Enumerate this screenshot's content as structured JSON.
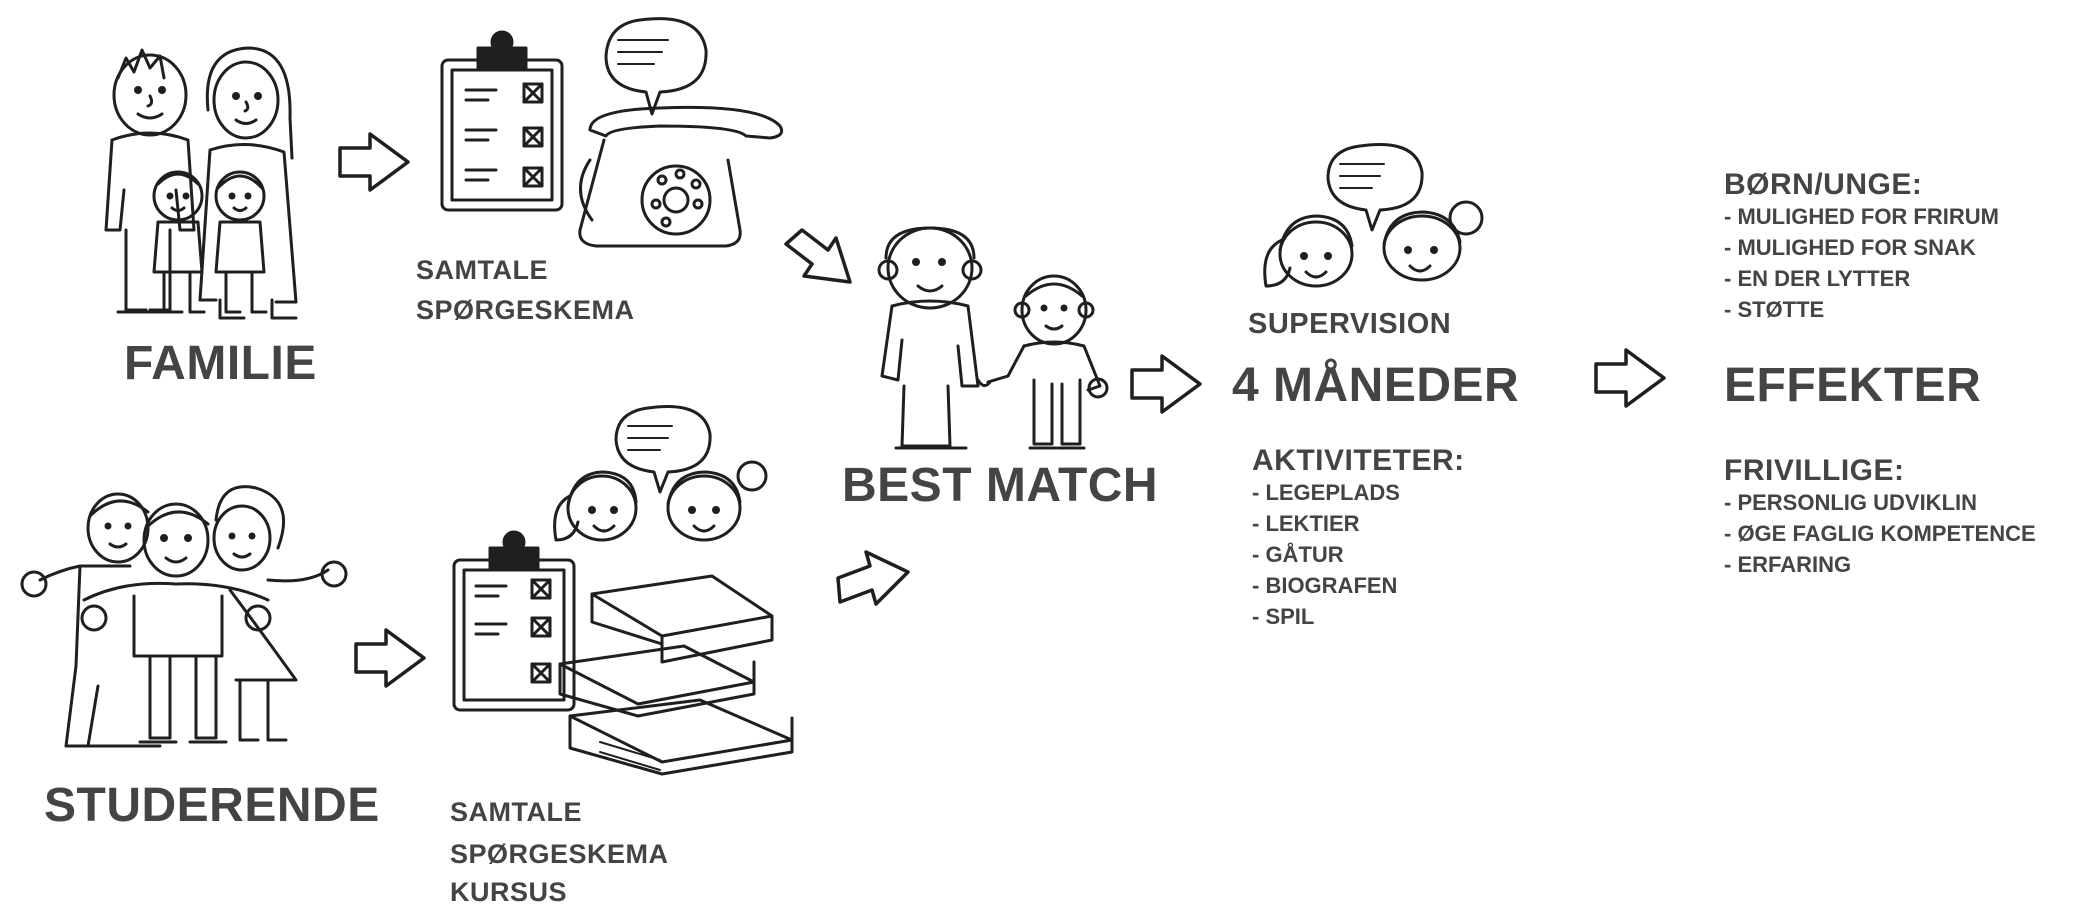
{
  "familie": {
    "title": "FAMILIE",
    "steps": [
      "SAMTALE",
      "SPØRGESKEMA"
    ]
  },
  "studerende": {
    "title": "STUDERENDE",
    "steps": [
      "SAMTALE",
      "SPØRGESKEMA",
      "KURSUS"
    ]
  },
  "match": {
    "title": "BEST MATCH"
  },
  "period": {
    "supervision": "SUPERVISION",
    "duration": "4 MÅNEDER",
    "activities_heading": "AKTIVITETER:",
    "activities": [
      "- LEGEPLADS",
      "- LEKTIER",
      "- GÅTUR",
      "- BIOGRAFEN",
      "- SPIL"
    ]
  },
  "effects": {
    "title": "EFFEKTER",
    "children_heading": "BØRN/UNGE:",
    "children_items": [
      "- MULIGHED FOR FRIRUM",
      "- MULIGHED FOR SNAK",
      "- EN DER LYTTER",
      "- STØTTE"
    ],
    "volunteers_heading": "FRIVILLIGE:",
    "volunteers_items": [
      "- PERSONLIG UDVIKLIN",
      "- ØGE FAGLIG KOMPETENCE",
      "- ERFARING"
    ]
  },
  "colors": {
    "ink": "#1f1f1f",
    "text": "#444444",
    "paper": "#ffffff"
  }
}
